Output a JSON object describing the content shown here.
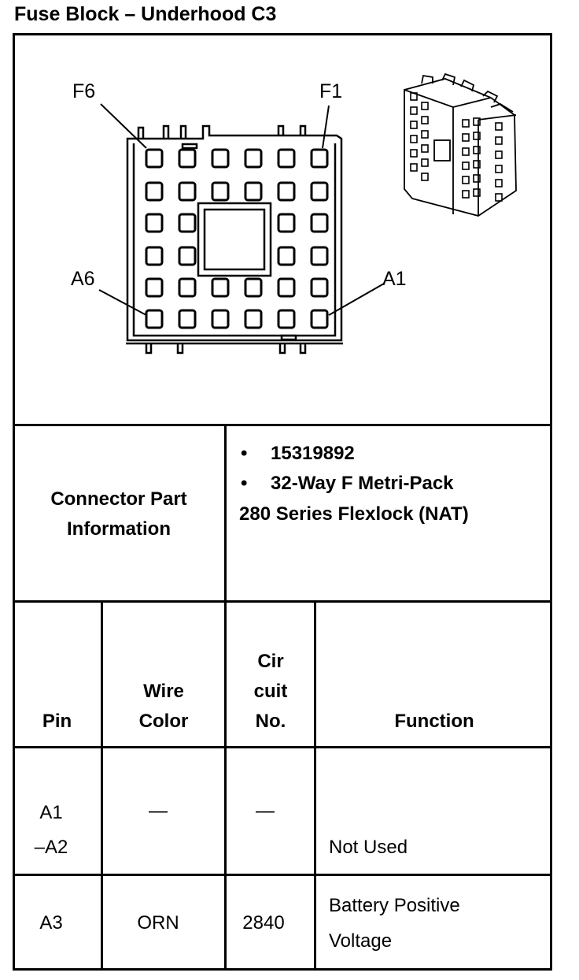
{
  "title": "Fuse Block – Underhood C3",
  "diagram": {
    "label_f6": "F6",
    "label_f1": "F1",
    "label_a6": "A6",
    "label_a1": "A1"
  },
  "connector_info": {
    "label_line1": "Connector Part",
    "label_line2": "Information",
    "bullet1": "15319892",
    "bullet2": "32-Way F Metri-Pack",
    "bullet2_cont": "280 Series Flexlock (NAT)"
  },
  "table": {
    "headers": {
      "pin": "Pin",
      "wire_line1": "Wire",
      "wire_line2": "Color",
      "circuit_line1": "Cir",
      "circuit_line2": "cuit",
      "circuit_line3": "No.",
      "function": "Function"
    },
    "rows": [
      {
        "pin_line1": "A1",
        "pin_line2": "–A2",
        "wire": "—",
        "circuit": "—",
        "function": "Not Used"
      },
      {
        "pin": "A3",
        "wire": "ORN",
        "circuit": "2840",
        "function_line1": "Battery Positive",
        "function_line2": "Voltage"
      }
    ]
  }
}
